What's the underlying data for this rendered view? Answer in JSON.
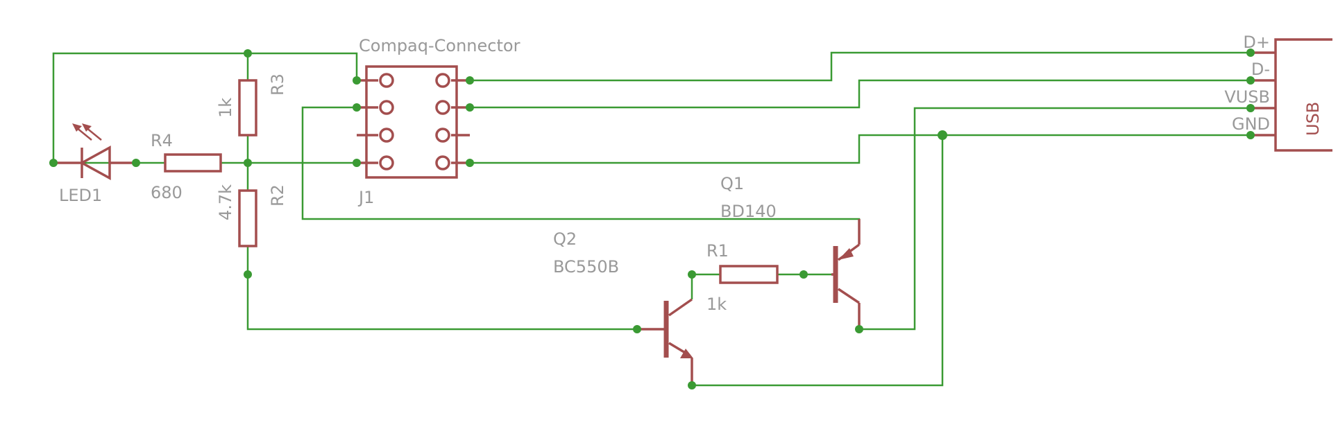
{
  "colors": {
    "wire": "#3a9a33",
    "junction": "#3a9a33",
    "symbol": "#a34e4e",
    "label": "#999999",
    "usb_label": "#a34e4e"
  },
  "components": {
    "connector": {
      "title": "Compaq-Connector",
      "name": "J1"
    },
    "led": {
      "name": "LED1"
    },
    "r4": {
      "name": "R4",
      "value": "680"
    },
    "r3": {
      "name": "R3",
      "value": "1k"
    },
    "r2": {
      "name": "R2",
      "value": "4.7k"
    },
    "r1": {
      "name": "R1",
      "value": "1k"
    },
    "q1": {
      "name": "Q1",
      "value": "BD140"
    },
    "q2": {
      "name": "Q2",
      "value": "BC550B"
    },
    "usb": {
      "name": "USB",
      "pins": [
        "D+",
        "D-",
        "VUSB",
        "GND"
      ]
    }
  }
}
